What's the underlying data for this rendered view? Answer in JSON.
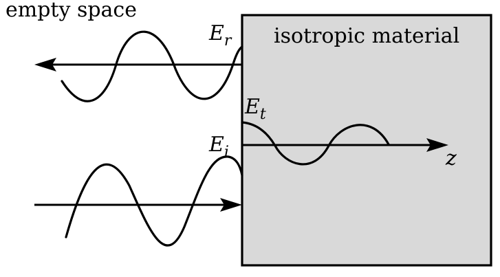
{
  "labels": {
    "empty_space": "empty space",
    "material": "isotropic material",
    "axis": "z"
  },
  "fields": {
    "reflected": {
      "symbol": "E",
      "subscript": "r"
    },
    "transmitted": {
      "symbol": "E",
      "subscript": "t"
    },
    "incident": {
      "symbol": "E",
      "subscript": "i"
    }
  },
  "colors": {
    "material_fill": "#d9d9d9",
    "stroke": "#000000",
    "background": "#ffffff"
  }
}
